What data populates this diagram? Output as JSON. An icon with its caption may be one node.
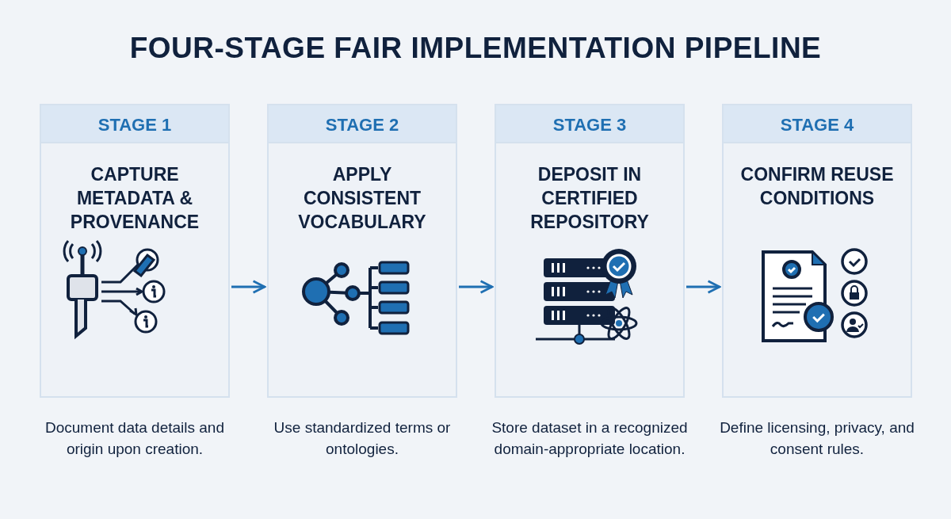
{
  "diagram": {
    "title": "FOUR-STAGE FAIR IMPLEMENTATION PIPELINE",
    "nodes": [
      {
        "text": [
          "STAGE 1",
          "CAPTURE METADATA & PROVENANCE"
        ],
        "beside": [
          "Document data details and origin upon creation."
        ]
      },
      {
        "text": [
          "STAGE 2",
          "APPLY CONSISTENT VOCABULARY"
        ],
        "beside": [
          "Use standardized terms or ontologies."
        ]
      },
      {
        "text": [
          "STAGE 3",
          "DEPOSIT IN CERTIFIED REPOSITORY"
        ],
        "beside": [
          "Store dataset in a recognized domain-appropriate location."
        ]
      },
      {
        "text": [
          "STAGE 4",
          "CONFIRM REUSE CONDITIONS"
        ],
        "beside": [
          "Define licensing, privacy, and consent rules."
        ]
      }
    ],
    "edges": [
      {
        "from": 0,
        "to": 1,
        "arrow": "to"
      },
      {
        "from": 1,
        "to": 2,
        "arrow": "to"
      },
      {
        "from": 2,
        "to": 3,
        "arrow": "to"
      }
    ]
  }
}
